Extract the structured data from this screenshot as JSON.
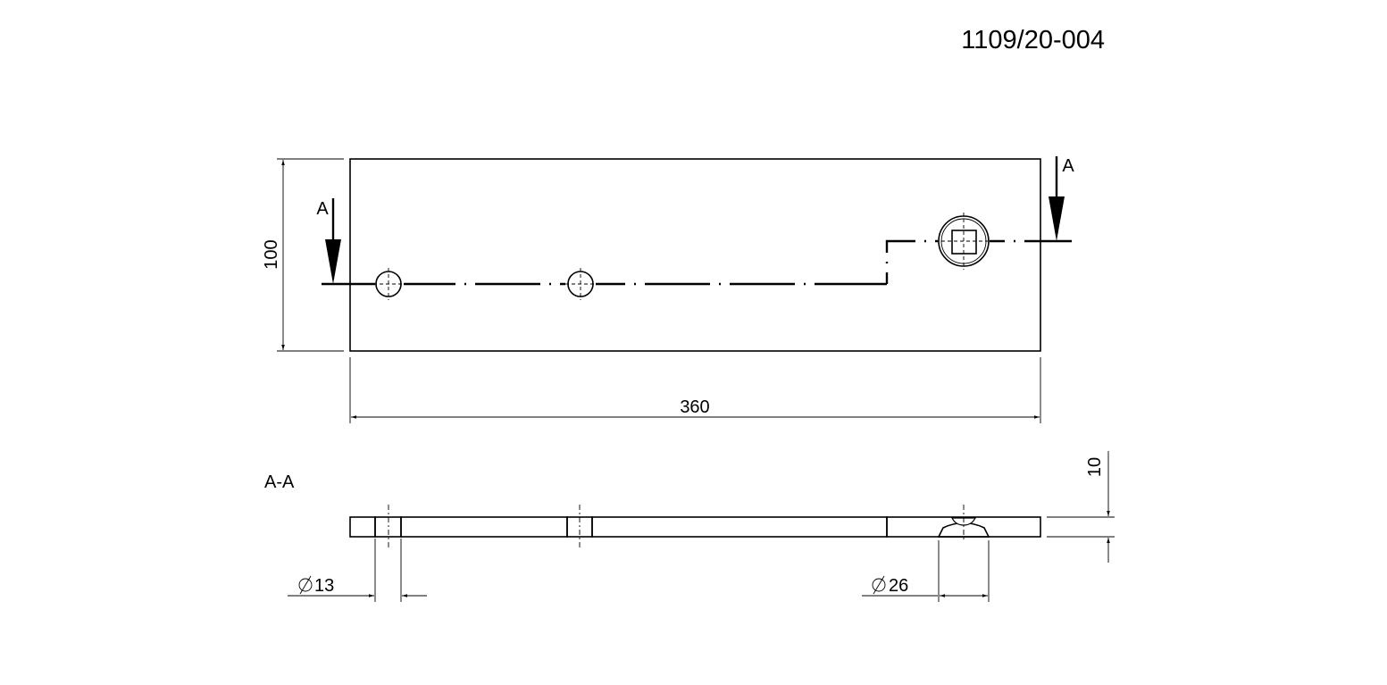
{
  "drawing_number": "1109/20-004",
  "section": {
    "marker_left": "A",
    "marker_right": "A",
    "view_label": "A-A"
  },
  "dimensions": {
    "height": "100",
    "width": "360",
    "thickness": "10",
    "hole_small": "13",
    "hole_large": "26"
  }
}
